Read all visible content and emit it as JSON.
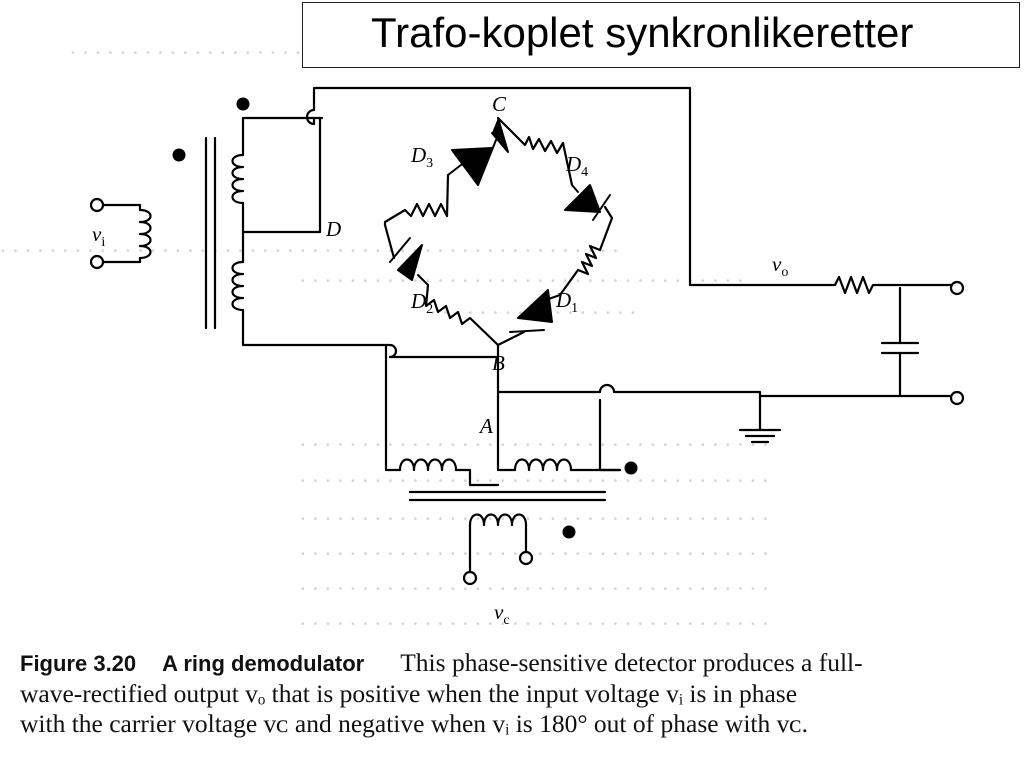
{
  "title": "Trafo-koplet synkronlikeretter",
  "labels": {
    "node_c": "C",
    "node_d": "D",
    "node_b": "B",
    "node_a": "A",
    "d3": "D",
    "d3_sub": "3",
    "d4": "D",
    "d4_sub": "4",
    "d2": "D",
    "d2_sub": "2",
    "d1": "D",
    "d1_sub": "1",
    "vi": "v",
    "vi_sub": "i",
    "vo": "v",
    "vo_sub": "o",
    "vc": "v",
    "vc_sub": "c"
  },
  "caption": {
    "figure_number": "Figure 3.20",
    "figure_title": "A ring demodulator",
    "line1": "This phase-sensitive detector produces a full-",
    "line2": "wave-rectified output vₒ that is positive when the input voltage vᵢ is in phase",
    "line3": "with the carrier voltage vᴄ and negative when vᵢ is 180° out of phase with vᴄ."
  }
}
